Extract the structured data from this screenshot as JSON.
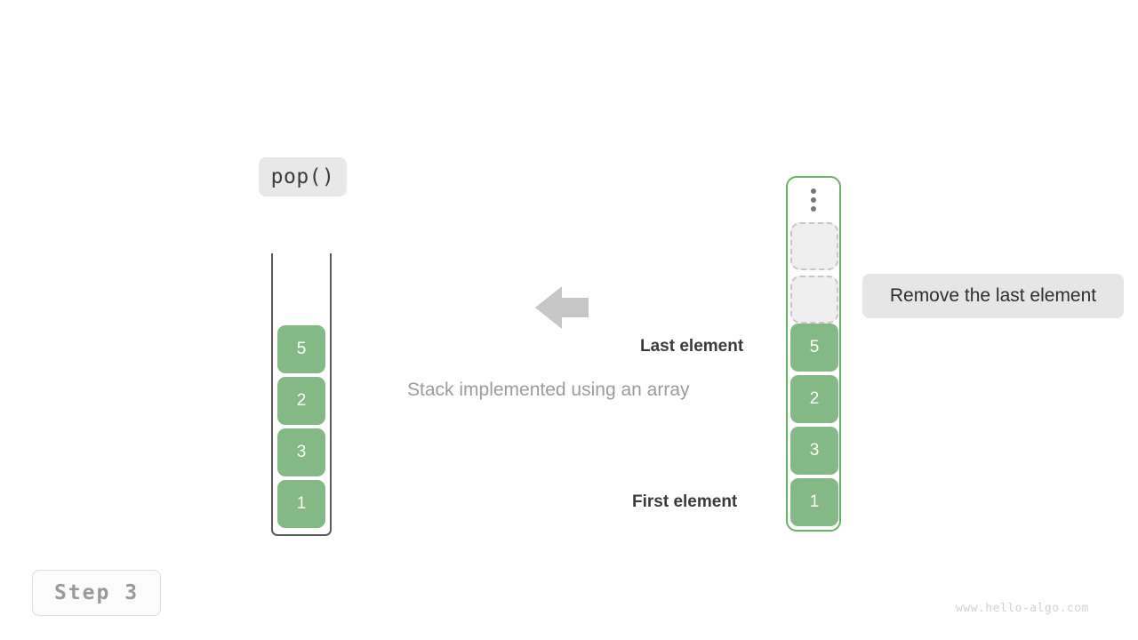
{
  "operation": {
    "label": "pop()"
  },
  "step": {
    "label": "Step 3"
  },
  "annotation": {
    "text": "Remove the last element"
  },
  "caption": {
    "text": "Stack implemented using an array"
  },
  "labels": {
    "last_element": "Last element",
    "first_element": "First element"
  },
  "watermark": {
    "text": "www.hello-algo.com"
  },
  "icons": {
    "arrow": "arrow-left-icon",
    "ellipsis": "vertical-ellipsis-icon"
  },
  "colors": {
    "cell_fill": "#84b885",
    "cell_text": "#ffffff",
    "container_border_right": "#6cb06c",
    "container_border_left": "#5a5a5a",
    "ghost_fill": "#efefef",
    "ghost_border": "#c7c7c7",
    "badge_fill": "#e6e6e6",
    "op_badge_fill": "#e8e8e8",
    "arrow_fill": "#c6c6c6",
    "caption_text": "#9b9b9b"
  },
  "left_stack": {
    "name": "array-stack",
    "cells": [
      {
        "value": "5"
      },
      {
        "value": "2"
      },
      {
        "value": "3"
      },
      {
        "value": "1"
      }
    ]
  },
  "right_stack": {
    "name": "array-stack-detail",
    "ghost_slots": 2,
    "cells": [
      {
        "value": "5"
      },
      {
        "value": "2"
      },
      {
        "value": "3"
      },
      {
        "value": "1"
      }
    ]
  }
}
